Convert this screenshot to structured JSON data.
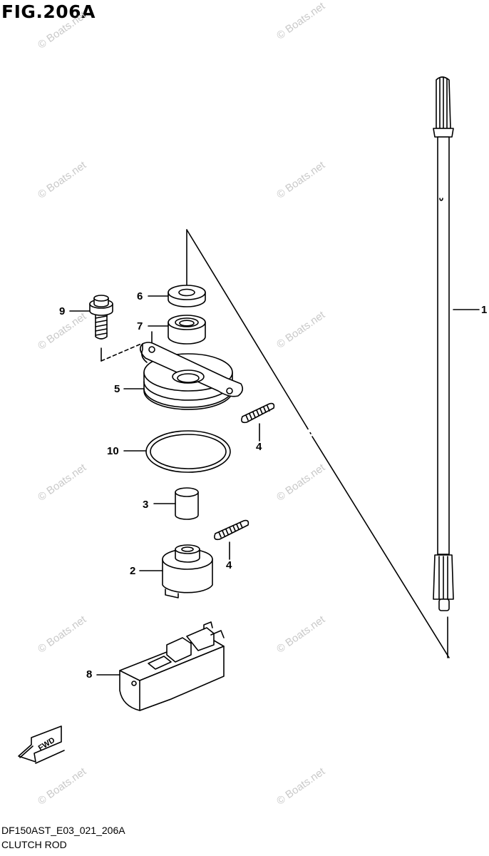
{
  "figure_label": "FIG.206A",
  "footer": {
    "drawing_code": "DF150AST_E03_021_206A",
    "section_name": "CLUTCH ROD"
  },
  "watermark": "© Boats.net",
  "fwd_label": "FWD",
  "callouts": [
    "1",
    "2",
    "3",
    "4",
    "4",
    "5",
    "6",
    "7",
    "8",
    "9",
    "10"
  ]
}
